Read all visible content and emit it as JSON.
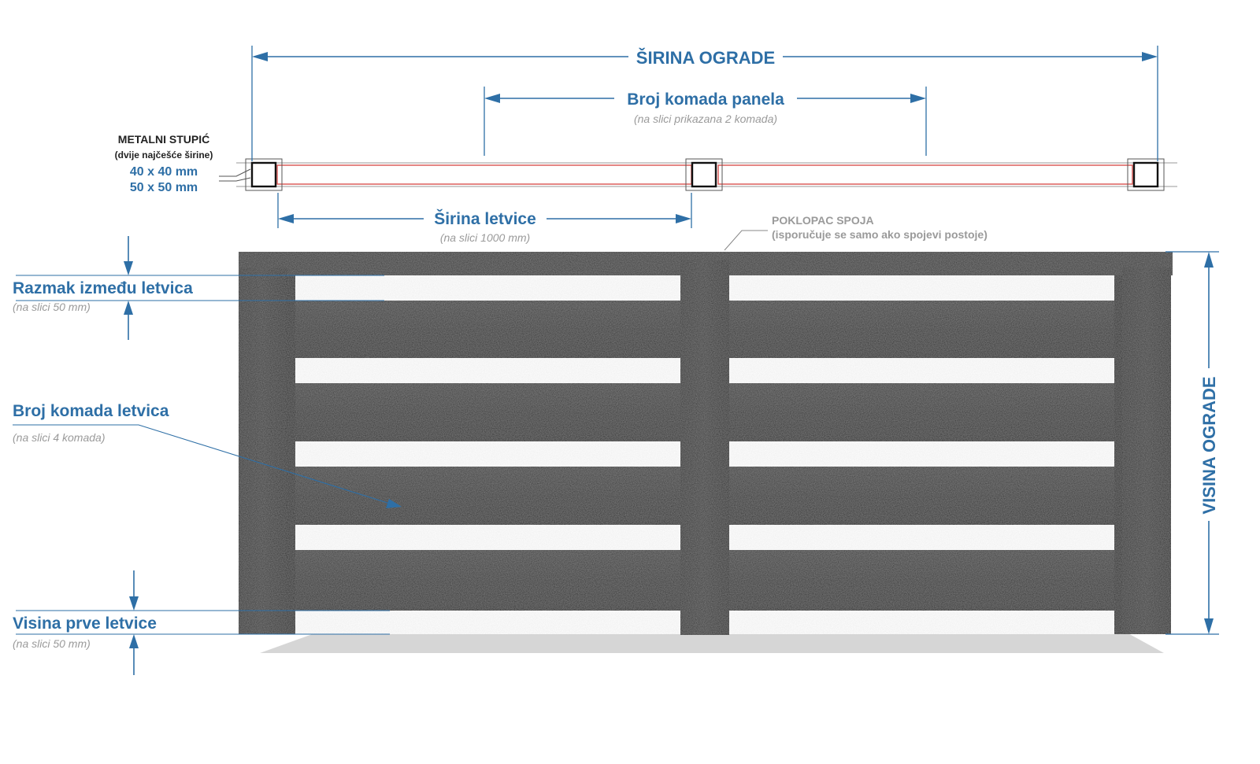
{
  "labels": {
    "fence_width": "ŠIRINA OGRADE",
    "panel_count": "Broj komada panela",
    "panel_count_note": "(na slici prikazana 2 komada)",
    "post_title": "METALNI STUPIĆ",
    "post_subtitle": "(dvije najčešće širine)",
    "post_size_1": "40 x 40 mm",
    "post_size_2": "50 x 50 mm",
    "slat_width": "Širina letvice",
    "slat_width_note": "(na slici 1000 mm)",
    "joint_cover_title": "POKLOPAC SPOJA",
    "joint_cover_note": "(isporučuje se samo ako spojevi postoje)",
    "slat_gap": "Razmak između letvica",
    "slat_gap_note": "(na slici 50 mm)",
    "slat_count": "Broj komada letvica",
    "slat_count_note": "(na slici 4 komada)",
    "first_slat_height": "Visina prve letvice",
    "first_slat_height_note": "(na slici 50 mm)",
    "fence_height": "VISINA OGRADE"
  },
  "colors": {
    "label_blue": "#2e6fa6",
    "note_gray": "#9a9a9a",
    "fence_dark": "#2b2b2b",
    "slat_outline_red": "#d9534f"
  },
  "icons": {
    "dimension_arrow": "arrow-icon",
    "post_section": "square-tube-icon"
  }
}
